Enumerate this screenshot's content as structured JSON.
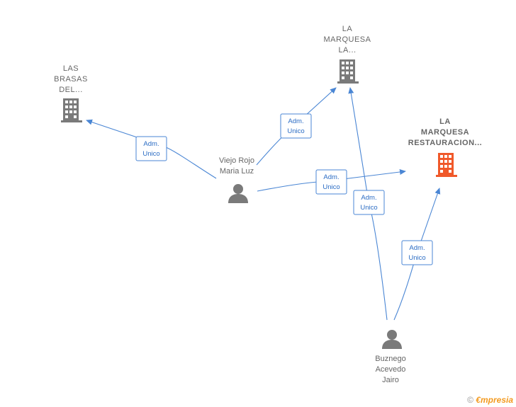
{
  "nodes": {
    "las_brasas": {
      "lines": [
        "LAS",
        "BRASAS",
        "DEL..."
      ],
      "color": "#7a7a7a"
    },
    "la_marquesa_la": {
      "lines": [
        "LA",
        "MARQUESA",
        "LA..."
      ],
      "color": "#7a7a7a"
    },
    "la_marquesa_restauracion": {
      "lines": [
        "LA",
        "MARQUESA",
        "RESTAURACION..."
      ],
      "color": "#f0592a"
    },
    "viejo_rojo": {
      "lines": [
        "Viejo Rojo",
        "Maria Luz"
      ],
      "color": "#7a7a7a"
    },
    "buznego": {
      "lines": [
        "Buznego",
        "Acevedo",
        "Jairo"
      ],
      "color": "#7a7a7a"
    }
  },
  "edges": [
    {
      "from": "viejo_rojo",
      "to": "las_brasas",
      "label": [
        "Adm.",
        "Unico"
      ]
    },
    {
      "from": "viejo_rojo",
      "to": "la_marquesa_la",
      "label": [
        "Adm.",
        "Unico"
      ]
    },
    {
      "from": "viejo_rojo",
      "to": "la_marquesa_restauracion",
      "label": [
        "Adm.",
        "Unico"
      ]
    },
    {
      "from": "buznego",
      "to": "la_marquesa_la",
      "label": [
        "Adm.",
        "Unico"
      ]
    },
    {
      "from": "buznego",
      "to": "la_marquesa_restauracion",
      "label": [
        "Adm.",
        "Unico"
      ]
    }
  ],
  "colors": {
    "edge": "#4a86d4"
  },
  "footer": {
    "copyright": "©",
    "brand": "€mpresia"
  }
}
